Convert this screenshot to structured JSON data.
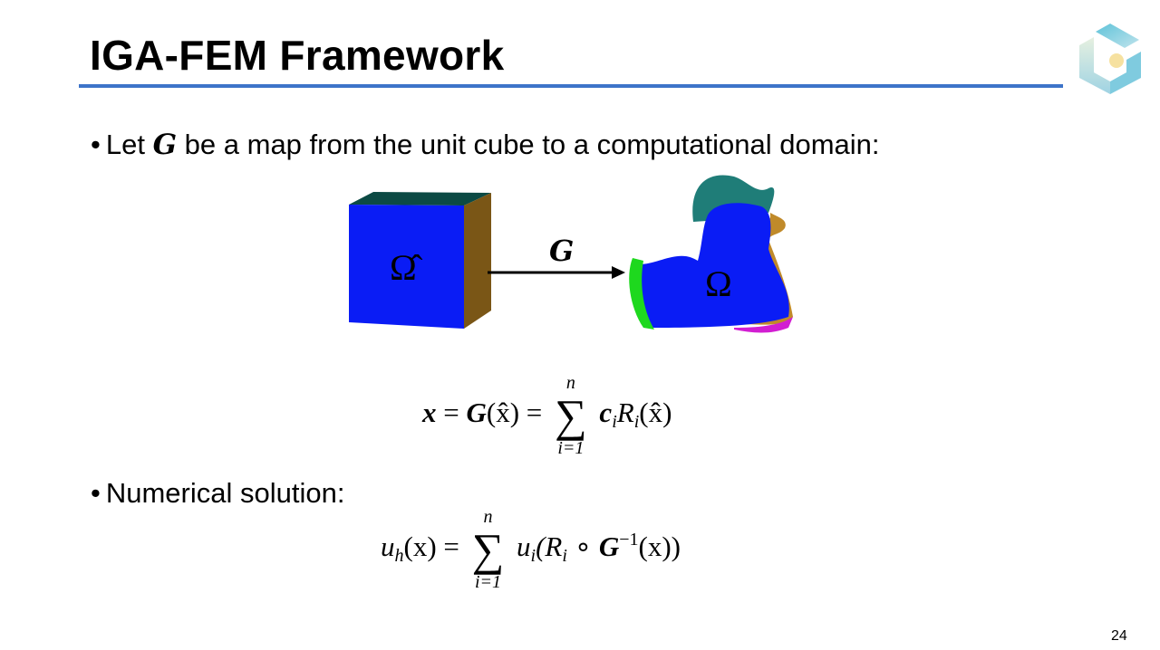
{
  "title": "IGA-FEM Framework",
  "bullets": [
    {
      "before": "Let ",
      "symbol": "G",
      "after": " be a map from the unit cube to a computational domain:"
    },
    {
      "text": "Numerical solution:"
    }
  ],
  "figure": {
    "cube_label": "Ω̂",
    "arrow_label": "G",
    "duck_label": "Ω",
    "colors": {
      "blue": "#0a1cf5",
      "top": "#0c4a44",
      "side": "#7a5616",
      "green": "#1ed81e",
      "magenta": "#d21ed2",
      "orange": "#c08a2a",
      "teal": "#1f7d78"
    }
  },
  "equation1": {
    "lhs": "x",
    "eq": "=",
    "G": "G",
    "arg": "(x̂)",
    "eq2": "=",
    "sum_top": "n",
    "sum_bottom": "i=1",
    "c": "c",
    "c_sub": "i",
    "R": "R",
    "R_sub": "i",
    "R_arg": "(x̂)"
  },
  "equation2": {
    "u": "u",
    "u_sub": "h",
    "x_arg": "(x)",
    "eq": "=",
    "sum_top": "n",
    "sum_bottom": "i=1",
    "ui": "u",
    "ui_sub": "i",
    "open": "(R",
    "R_sub": "i",
    "comp": " ∘ ",
    "G": "G",
    "G_sup": "−1",
    "close": "(x))"
  },
  "page_number": "24",
  "colors": {
    "accent": "#3d74c9"
  }
}
